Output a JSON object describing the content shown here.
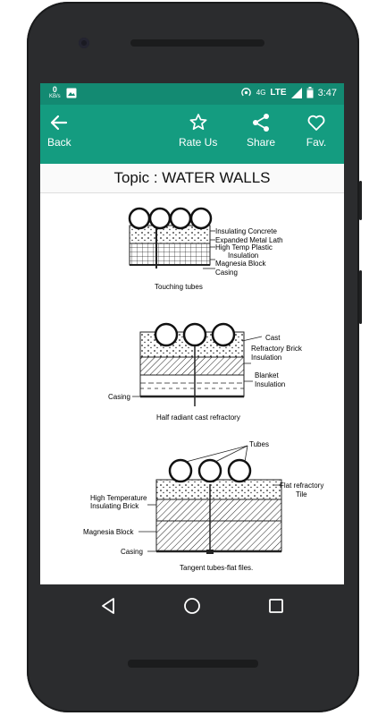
{
  "statusbar": {
    "data_rate": "0",
    "data_unit": "KB/s",
    "network": "4G",
    "lte": "LTE",
    "time": "3:47"
  },
  "toolbar": {
    "back": "Back",
    "rate": "Rate Us",
    "share": "Share",
    "fav": "Fav."
  },
  "topic": "Topic : WATER WALLS",
  "diagram1": {
    "labels": [
      "Insulating Concrete",
      "Expanded Metal Lath",
      "High Temp Plastic",
      "Insulation",
      "Magnesia Block",
      "Casing"
    ],
    "caption": "Touching tubes"
  },
  "diagram2": {
    "labels": [
      "Cast",
      "Refractory Brick",
      "Insulation",
      "Blanket",
      "Insulation",
      "Casing"
    ],
    "caption": "Half radiant cast refractory"
  },
  "diagram3": {
    "labels": [
      "Tubes",
      "Flat refractory",
      "Tile",
      "High Temperature",
      "Insulating Brick",
      "Magnesia Block",
      "Casing"
    ],
    "caption": "Tangent tubes-flat files."
  },
  "colors": {
    "statusbar": "#138a72",
    "toolbar": "#149c80",
    "phone": "#2b2c2e"
  }
}
